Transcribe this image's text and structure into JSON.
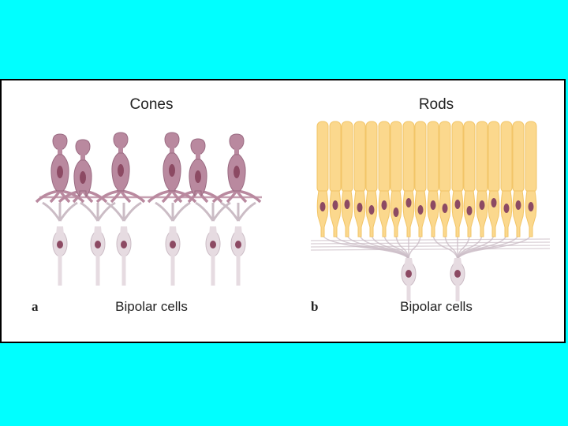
{
  "panels": {
    "a": {
      "letter": "a",
      "title": "Cones",
      "bottom_label": "Bipolar cells",
      "colors": {
        "cell": "#b9899f",
        "cell_dark": "#9a6b82",
        "nucleus": "#8c4a63",
        "bipolar": "#e6dbe1",
        "bipolar_line": "#cbbcc5"
      }
    },
    "b": {
      "letter": "b",
      "title": "Rods",
      "bottom_label": "Bipolar cells",
      "colors": {
        "rod": "#fbd88d",
        "rod_edge": "#f2c567",
        "nucleus": "#8c4a63",
        "bipolar": "#e6dbe1",
        "bipolar_line": "#cbbcc5"
      }
    }
  },
  "colors": {
    "background": "#00ffff",
    "frame": "#ffffff",
    "border": "#000000"
  }
}
